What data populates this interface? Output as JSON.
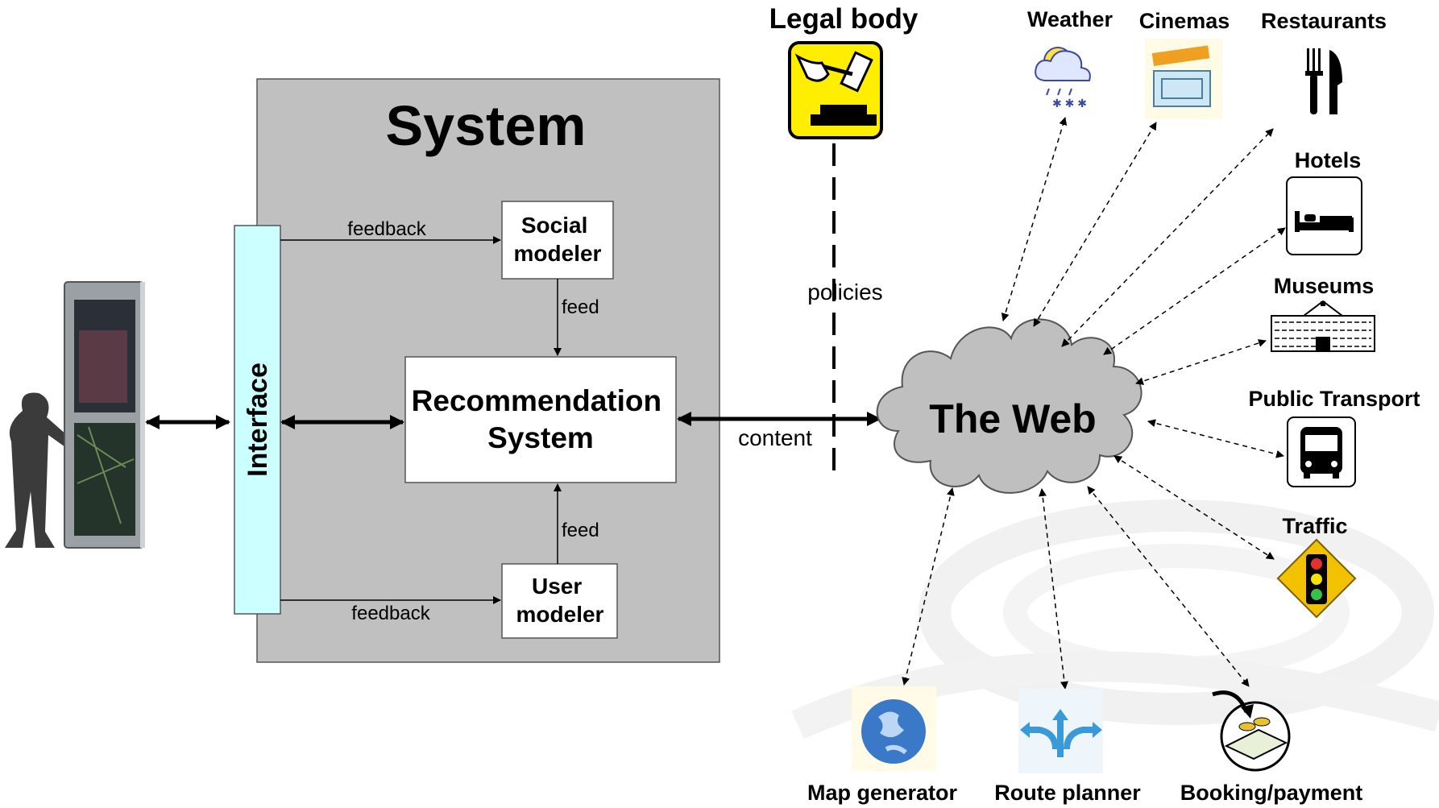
{
  "system": {
    "title": "System",
    "interface_label": "Interface",
    "social_modeler": [
      "Social",
      "modeler"
    ],
    "user_modeler": [
      "User",
      "modeler"
    ],
    "recommendation_system": [
      "Recommendation",
      "System"
    ],
    "feedback_top": "feedback",
    "feedback_bottom": "feedback",
    "feed_top": "feed",
    "feed_bottom": "feed"
  },
  "legal": {
    "title": "Legal body",
    "policies": "policies",
    "icon": "gavel-icon"
  },
  "web": {
    "title": "The Web",
    "content_label": "content"
  },
  "services": {
    "weather": "Weather",
    "cinemas": "Cinemas",
    "restaurants": "Restaurants",
    "hotels": "Hotels",
    "museums": "Museums",
    "public_transport": "Public Transport",
    "traffic": "Traffic",
    "map_generator": "Map generator",
    "route_planner": "Route planner",
    "booking_payment": "Booking/payment"
  },
  "colors": {
    "system_bg": "#c0c0c0",
    "interface_bg": "#ccffff",
    "cloud": "#bfbfbf",
    "legal_yellow": "#ffee00",
    "traffic_sign": "#f2c200"
  }
}
